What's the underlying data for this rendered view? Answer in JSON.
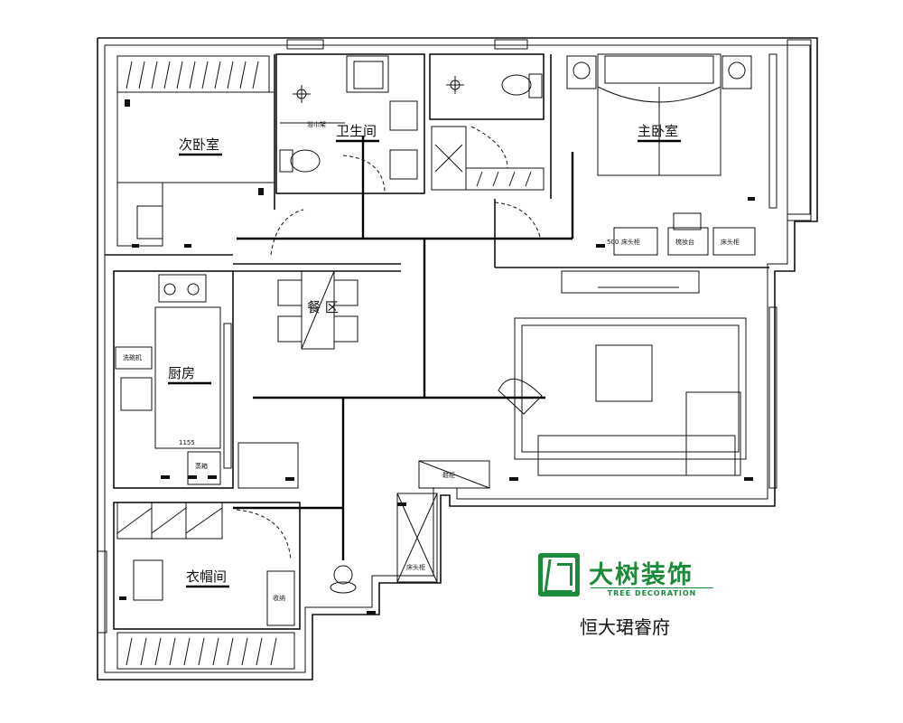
{
  "rooms": {
    "second_bedroom": "次卧室",
    "bathroom": "卫生间",
    "master_bedroom": "主卧室",
    "dining": "餐 区",
    "kitchen": "厨房",
    "cloakroom": "衣帽间"
  },
  "labels": {
    "dishwasher": "洗碗机",
    "oven": "蒸箱",
    "dim_1155": "1155",
    "nightstand_left": "床头柜",
    "nightstand_right": "床头柜",
    "dresser": "梳妆台",
    "dim_500": "500",
    "low_cabinet": "床头柜",
    "shoe_cabinet": "鞋柜",
    "storage": "收纳",
    "shelf": "浴巾架"
  },
  "brand": {
    "name": "大树装饰",
    "subtitle": "TREE DECORATION",
    "icon": "tree-logo-icon",
    "color": "#1b8a3a"
  },
  "project_name": "恒大珺睿府"
}
